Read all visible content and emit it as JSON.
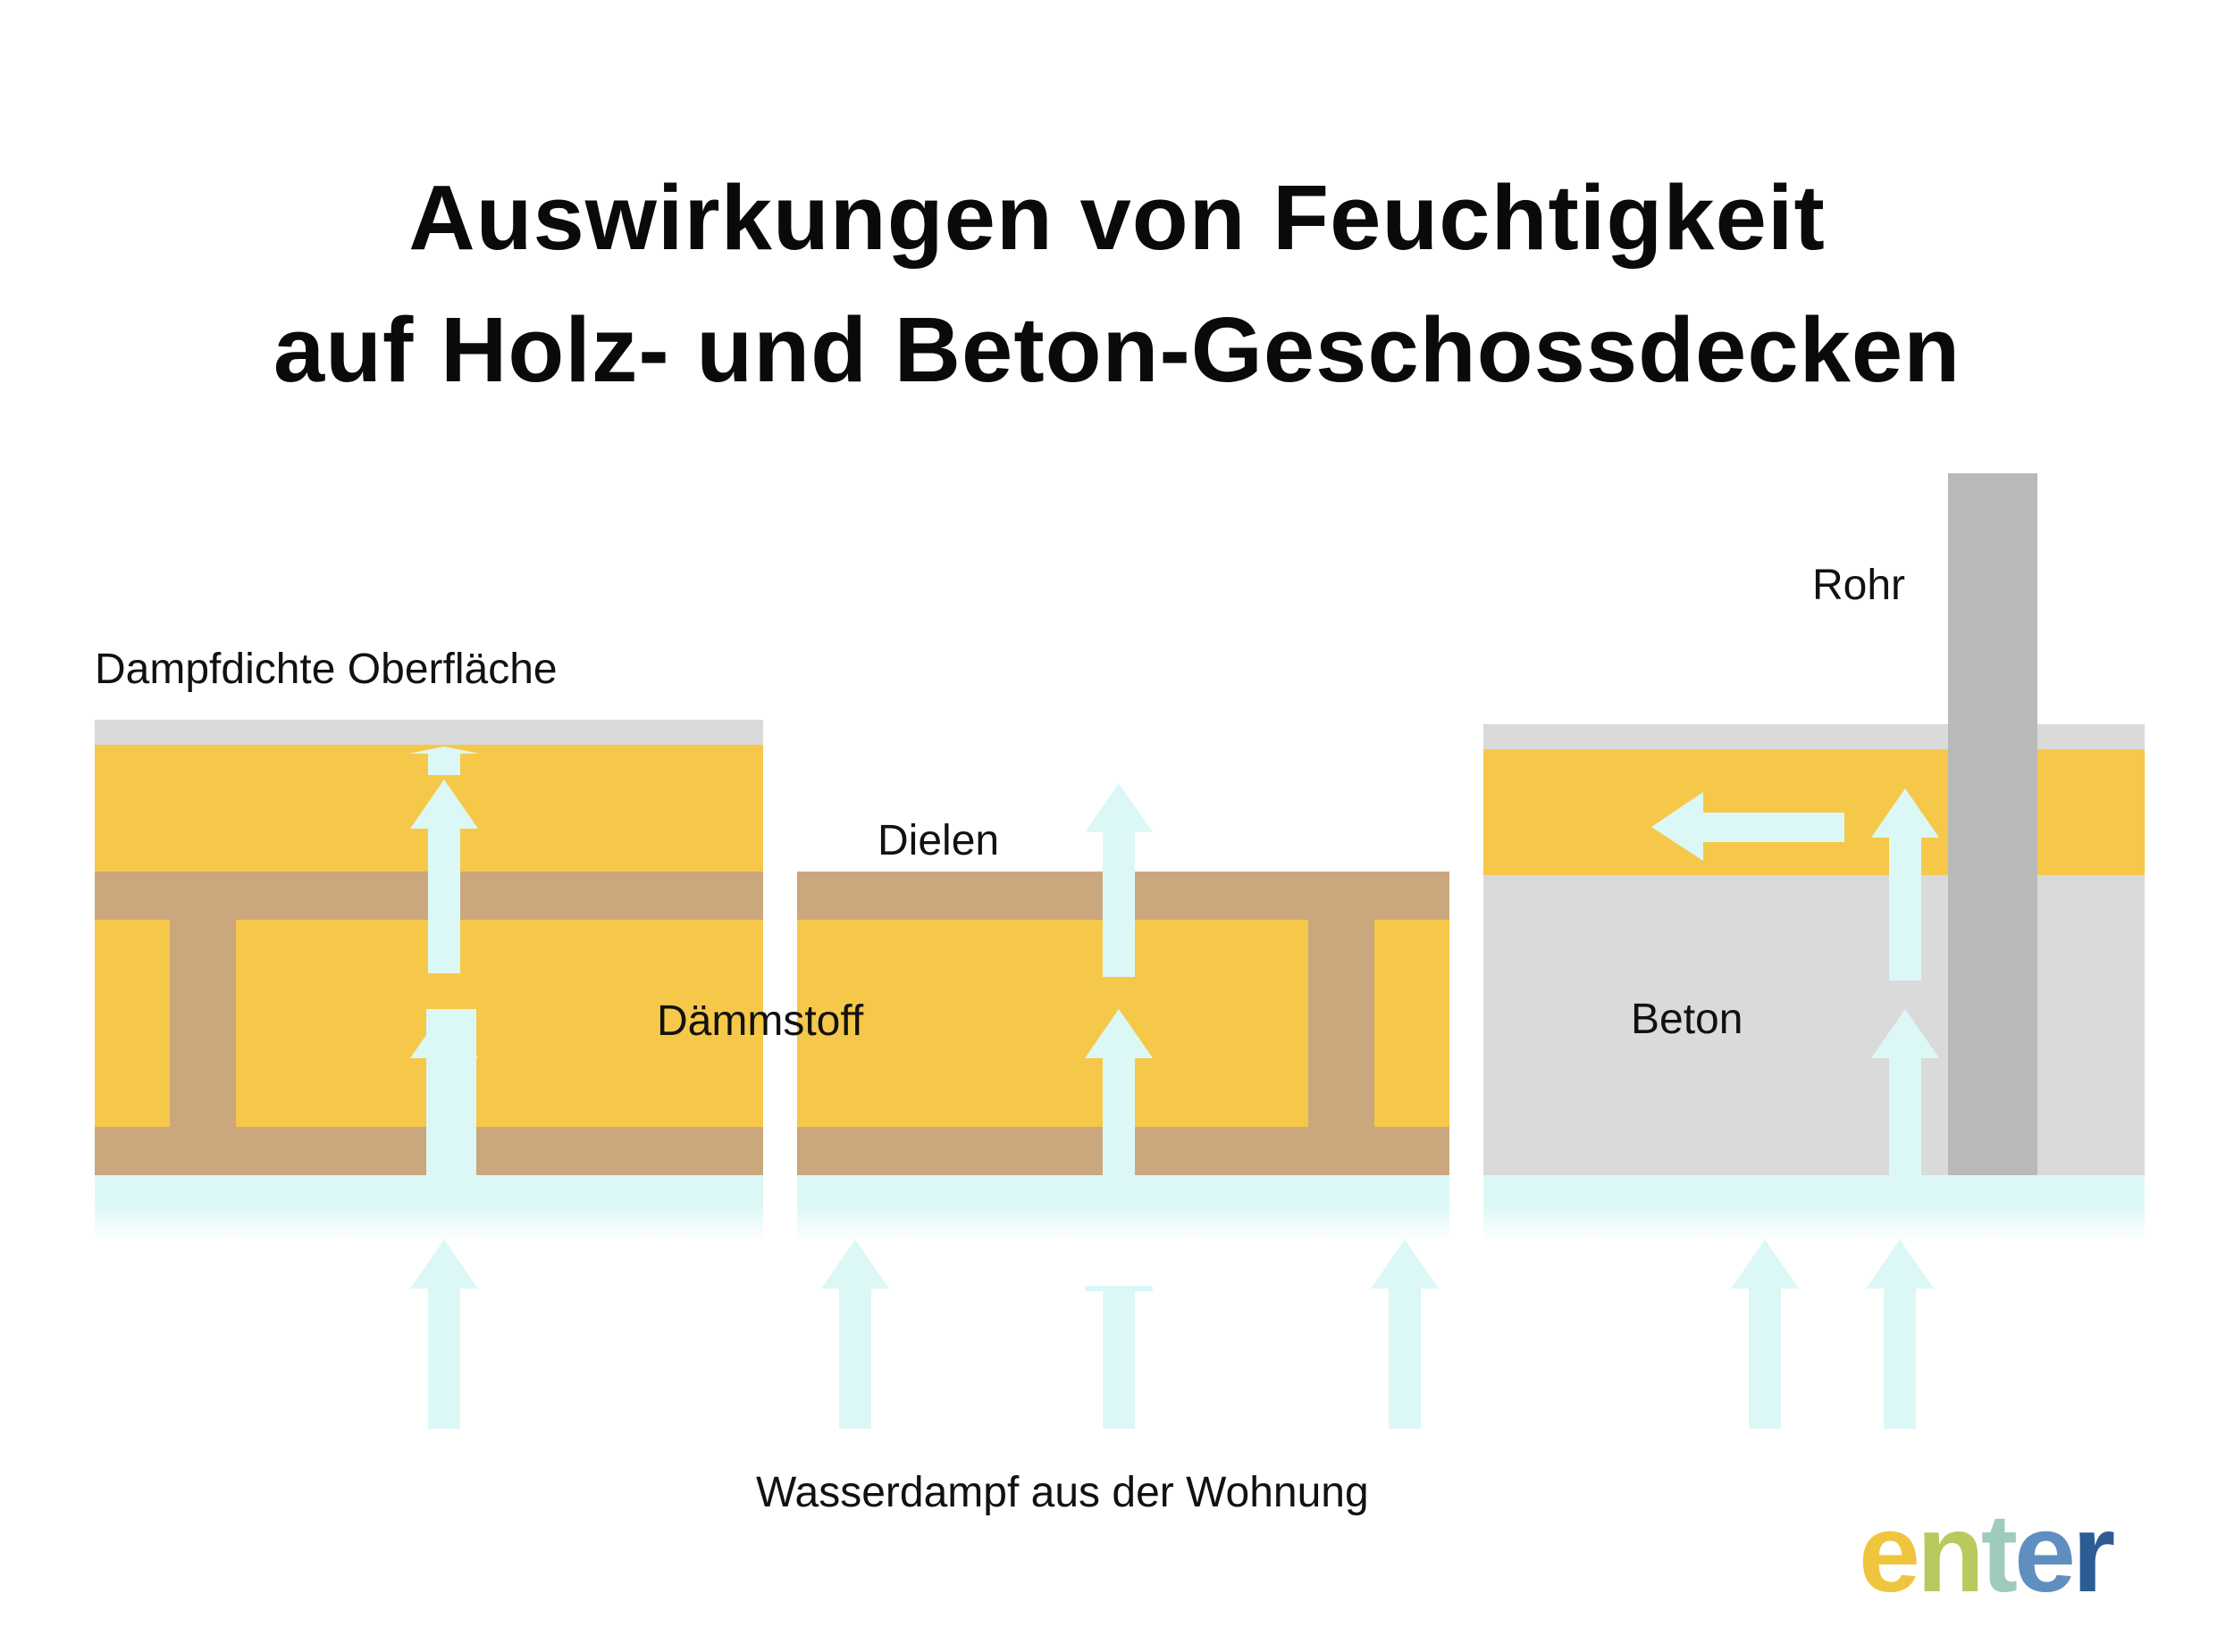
{
  "title": {
    "line1": "Auswirkungen von Feuchtigkeit",
    "line2": "auf Holz- und Beton-Geschossdecken"
  },
  "labels": {
    "vapor_tight_surface": "Dampfdichte Oberfläche",
    "floorboards": "Dielen",
    "insulation": "Dämmstoff",
    "concrete": "Beton",
    "pipe": "Rohr",
    "water_vapor": "Wasserdampf aus der Wohnung"
  },
  "logo": {
    "text": "enter",
    "letters": [
      "e",
      "n",
      "t",
      "e",
      "r"
    ]
  },
  "colors": {
    "insulation_yellow": "#F5C84A",
    "wood_brown": "#CBA77D",
    "surface_grey": "#DADADA",
    "pipe_grey": "#B9B9B9",
    "vapor_cyan": "#DCF8F6",
    "logo_gradient": [
      "#F0C53E",
      "#B9C95E",
      "#9FCBBE",
      "#5F8FC0",
      "#2D5C95"
    ]
  }
}
